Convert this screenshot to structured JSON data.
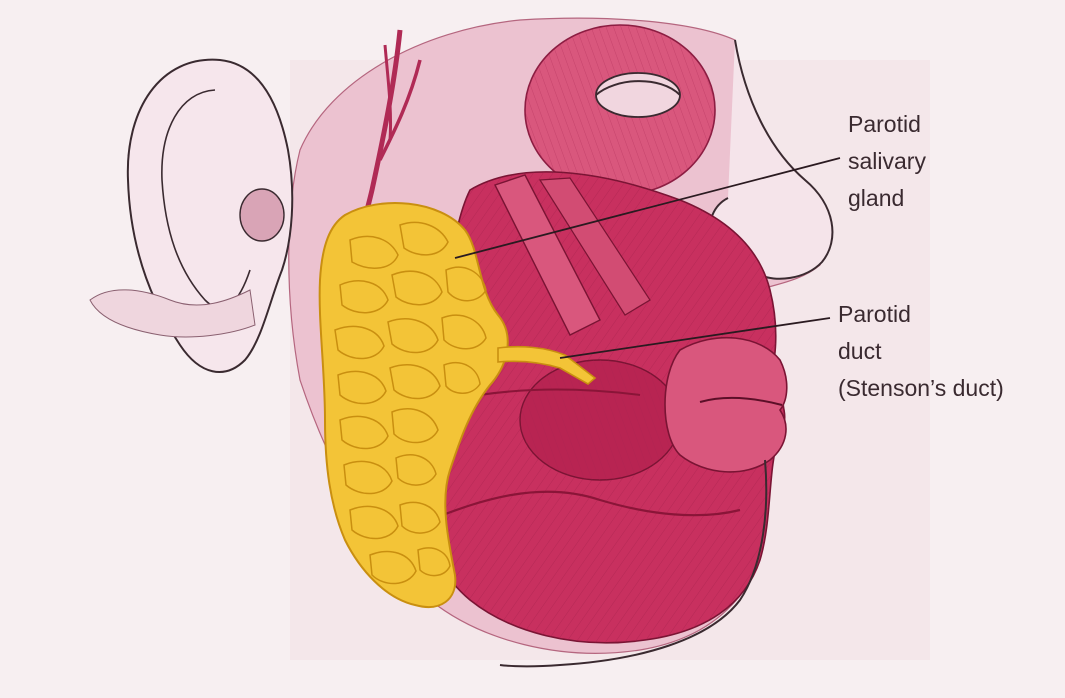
{
  "labels": {
    "parotid_gland": {
      "line1": "Parotid",
      "line2": "salivary",
      "line3": "gland"
    },
    "parotid_duct": {
      "line1": "Parotid",
      "line2": "duct",
      "line3": "(Stenson’s duct)"
    }
  },
  "colors": {
    "muscle": "#c8305f",
    "muscle_light": "#e07c9a",
    "skin": "#ecc2d0",
    "gland": "#f3c437",
    "gland_outline": "#c98f10",
    "background": "#f6eef0",
    "line": "#2a1a20"
  }
}
